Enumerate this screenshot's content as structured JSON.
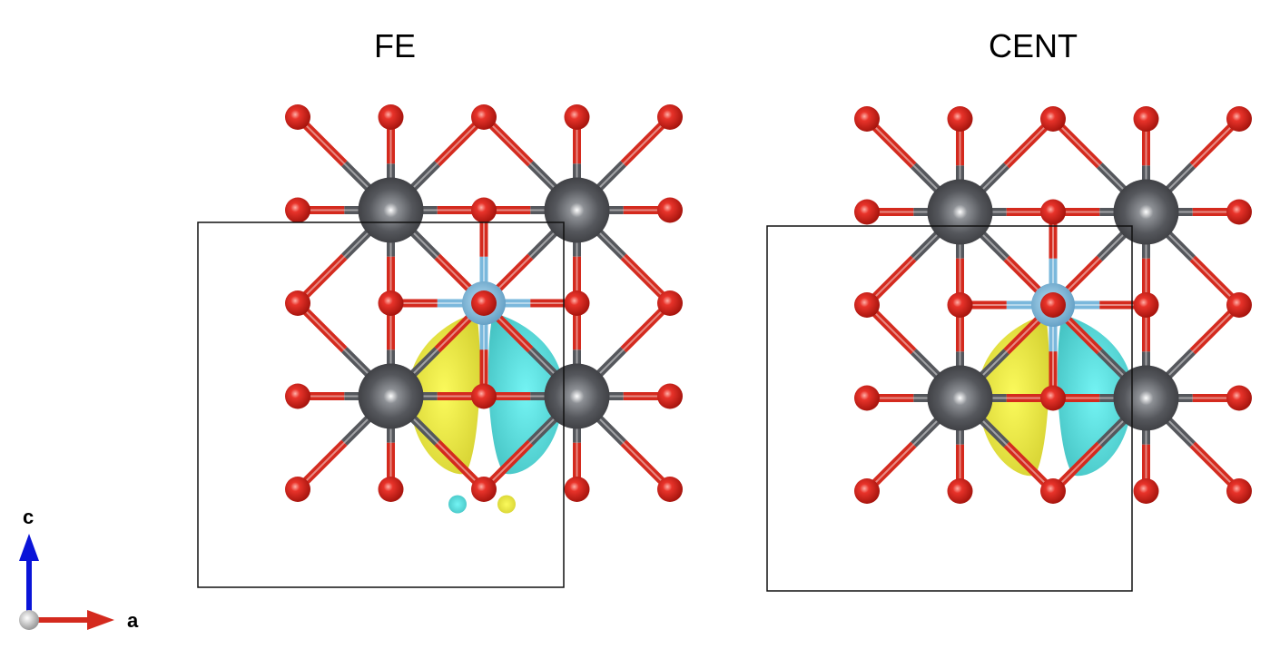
{
  "panels": [
    {
      "title": "FE"
    },
    {
      "title": "CENT"
    }
  ],
  "axes": {
    "vertical_label": "c",
    "horizontal_label": "a"
  },
  "colors": {
    "oxygen": "#d42a1e",
    "metal": "#55575c",
    "dopant": "#7ab8dc",
    "isosurface_positive": "#f3f04a",
    "isosurface_negative": "#62e6e6",
    "axis_c": "#0a14d8",
    "axis_a": "#d42a1e"
  }
}
